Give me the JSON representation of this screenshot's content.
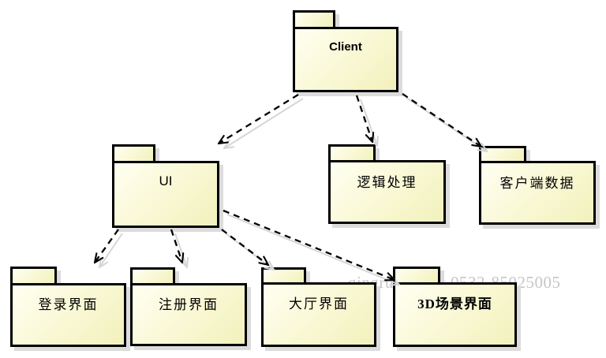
{
  "diagram_type": "uml-package-dependency-diagram",
  "packages": [
    {
      "id": "client",
      "label": "Client"
    },
    {
      "id": "ui",
      "label": "UI"
    },
    {
      "id": "logic",
      "label": "逻辑处理"
    },
    {
      "id": "client-data",
      "label": "客户端数据"
    },
    {
      "id": "login-ui",
      "label": "登录界面"
    },
    {
      "id": "register-ui",
      "label": "注册界面"
    },
    {
      "id": "lobby-ui",
      "label": "大厅界面"
    },
    {
      "id": "scene3d-ui",
      "label": "3D场景界面"
    }
  ],
  "edges": [
    {
      "from": "Client",
      "to": "UI",
      "type": "dashed-dependency-arrow"
    },
    {
      "from": "Client",
      "to": "逻辑处理",
      "type": "dashed-dependency-arrow"
    },
    {
      "from": "Client",
      "to": "客户端数据",
      "type": "dashed-dependency-arrow"
    },
    {
      "from": "UI",
      "to": "登录界面",
      "type": "dashed-dependency-arrow"
    },
    {
      "from": "UI",
      "to": "注册界面",
      "type": "dashed-dependency-arrow"
    },
    {
      "from": "UI",
      "to": "大厅界面",
      "type": "dashed-dependency-arrow"
    },
    {
      "from": "UI",
      "to": "3D场景界面",
      "type": "dashed-dependency-arrow"
    }
  ],
  "watermark": {
    "text": "qingruanit.net 0532-85025005"
  },
  "colors": {
    "package_fill_light": "#fffff2",
    "package_fill_dark": "#f2f1bc",
    "package_border": "#000000",
    "drop_shadow": "#dcdcdc",
    "arrow": "#000000",
    "arrow_shadow": "#d6d6d6",
    "watermark": "#c6c6c6",
    "background": "#ffffff"
  }
}
